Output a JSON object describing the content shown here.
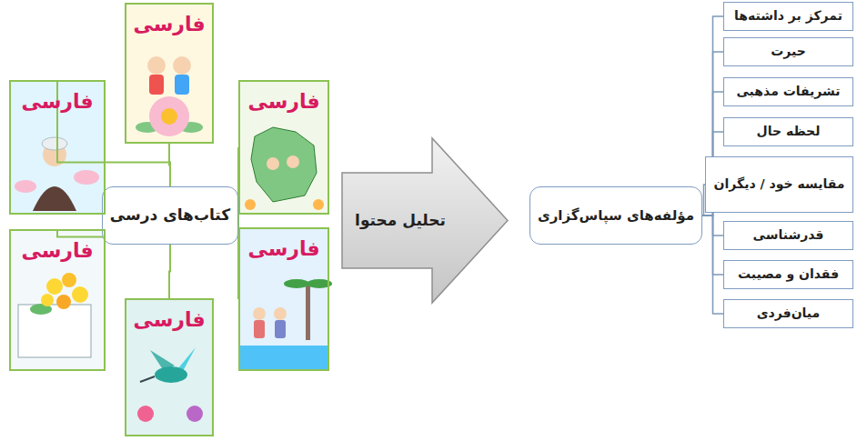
{
  "diagram": {
    "nodes": [
      {
        "text": [
          "کتاب‌های درسی"
        ]
      },
      {
        "text": [
          "فارسی"
        ]
      },
      {
        "text": [
          "فارسی"
        ]
      },
      {
        "text": [
          "فارسی"
        ]
      },
      {
        "text": [
          "فارسی"
        ]
      },
      {
        "text": [
          "فارسی"
        ]
      },
      {
        "text": [
          "فارسی"
        ]
      },
      {
        "text": [
          "تحلیل محتوا"
        ]
      },
      {
        "text": [
          "مؤلفه‌های سپاس‌گزاری"
        ]
      },
      {
        "text": [
          "تمرکز بر داشته‌ها"
        ]
      },
      {
        "text": [
          "حیرت"
        ]
      },
      {
        "text": [
          "تشریفات مذهبی"
        ]
      },
      {
        "text": [
          "لحظه حال"
        ]
      },
      {
        "text": [
          "مقایسه خود / دیگران"
        ]
      },
      {
        "text": [
          "قدرشناسی"
        ]
      },
      {
        "text": [
          "فقدان و مصیبت"
        ]
      },
      {
        "text": [
          "میان‌فردی"
        ]
      }
    ],
    "edges": [
      {
        "from": 0,
        "to": 1,
        "arrow": "none"
      },
      {
        "from": 0,
        "to": 2,
        "arrow": "none"
      },
      {
        "from": 0,
        "to": 3,
        "arrow": "none"
      },
      {
        "from": 0,
        "to": 4,
        "arrow": "none"
      },
      {
        "from": 0,
        "to": 5,
        "arrow": "none"
      },
      {
        "from": 0,
        "to": 6,
        "arrow": "none"
      },
      {
        "from": 8,
        "to": 9,
        "arrow": "none"
      },
      {
        "from": 8,
        "to": 10,
        "arrow": "none"
      },
      {
        "from": 8,
        "to": 11,
        "arrow": "none"
      },
      {
        "from": 8,
        "to": 12,
        "arrow": "none"
      },
      {
        "from": 8,
        "to": 13,
        "arrow": "none"
      },
      {
        "from": 8,
        "to": 14,
        "arrow": "none"
      },
      {
        "from": 8,
        "to": 15,
        "arrow": "none"
      },
      {
        "from": 8,
        "to": 16,
        "arrow": "none"
      }
    ]
  }
}
